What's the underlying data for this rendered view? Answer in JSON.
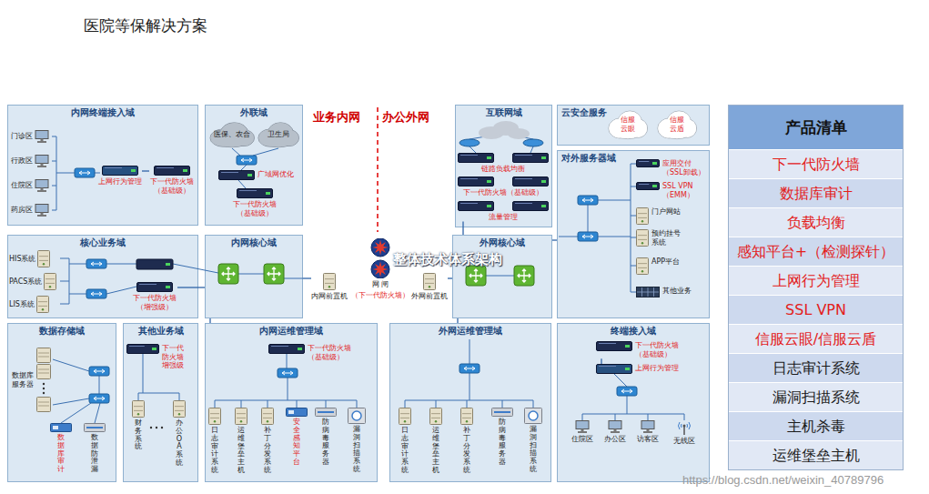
{
  "diagram": {
    "title": "医院等保解决方案",
    "nodes": [
      {
        "text": [
          "内网终端接入域"
        ]
      },
      {
        "text": [
          "门诊区"
        ],
        "in": 0
      },
      {
        "text": [
          "行政区"
        ],
        "in": 0
      },
      {
        "text": [
          "住院区"
        ],
        "in": 0
      },
      {
        "text": [
          "药房区"
        ],
        "in": 0
      },
      {
        "text": [
          "上网行为管理"
        ],
        "in": 0
      },
      {
        "text": [
          "下一代防火墙（基础级）"
        ],
        "in": 0
      },
      {
        "text": [
          "外联域"
        ]
      },
      {
        "text": [
          "医保、农合"
        ],
        "in": 7
      },
      {
        "text": [
          "卫生局"
        ],
        "in": 7
      },
      {
        "text": [
          "广域网优化"
        ],
        "in": 7
      },
      {
        "text": [
          "下一代防火墙（基础级）"
        ],
        "in": 7
      },
      {
        "text": [
          "核心业务域"
        ]
      },
      {
        "text": [
          "HIS系统"
        ],
        "in": 12
      },
      {
        "text": [
          "PACS系统"
        ],
        "in": 12
      },
      {
        "text": [
          "LIS系统"
        ],
        "in": 12
      },
      {
        "text": [
          "下一代防火墙（增强级）"
        ],
        "in": 12
      },
      {
        "text": [
          "内网核心域"
        ]
      },
      {
        "text": [
          "内网前置机"
        ]
      },
      {
        "text": [
          "网 闸",
          "（下一代防火墙）"
        ]
      },
      {
        "text": [
          "外网前置机"
        ]
      },
      {
        "text": [
          "数据存储域"
        ]
      },
      {
        "text": [
          "数据库服务器"
        ],
        "in": 21
      },
      {
        "text": [
          "数据库审计"
        ],
        "in": 21
      },
      {
        "text": [
          "数据防泄漏"
        ],
        "in": 21
      },
      {
        "text": [
          "其他业务域"
        ]
      },
      {
        "text": [
          "下一代防火墙增强级"
        ],
        "in": 25
      },
      {
        "text": [
          "财务系统"
        ],
        "in": 25
      },
      {
        "text": [
          "办公OA系统"
        ],
        "in": 25
      },
      {
        "text": [
          "内网运维管理域"
        ]
      },
      {
        "text": [
          "下一代防火墙（基础级）"
        ],
        "in": 29
      },
      {
        "text": [
          "日志审计系统"
        ],
        "in": 29
      },
      {
        "text": [
          "运维堡垒主机"
        ],
        "in": 29
      },
      {
        "text": [
          "补丁分发系统"
        ],
        "in": 29
      },
      {
        "text": [
          "安全感知平台"
        ],
        "in": 29
      },
      {
        "text": [
          "防病毒服务器"
        ],
        "in": 29
      },
      {
        "text": [
          "漏洞扫描系统"
        ],
        "in": 29
      },
      {
        "text": [
          "外网运维管理域"
        ]
      },
      {
        "text": [
          "日志审计系统"
        ],
        "in": 37
      },
      {
        "text": [
          "运维堡垒主机"
        ],
        "in": 37
      },
      {
        "text": [
          "补丁分发系统"
        ],
        "in": 37
      },
      {
        "text": [
          "防病毒服务器"
        ],
        "in": 37
      },
      {
        "text": [
          "漏洞扫描系统"
        ],
        "in": 37
      },
      {
        "text": [
          "互联网域"
        ]
      },
      {
        "text": [
          "链路负载均衡"
        ],
        "in": 43
      },
      {
        "text": [
          "下一代防火墙（基础级）"
        ],
        "in": 43
      },
      {
        "text": [
          "流量管理"
        ],
        "in": 43
      },
      {
        "text": [
          "云安全服务"
        ]
      },
      {
        "text": [
          "信服云眼"
        ],
        "in": 47
      },
      {
        "text": [
          "信服云盾"
        ],
        "in": 47
      },
      {
        "text": [
          "对外服务器域"
        ]
      },
      {
        "text": [
          "应用交付（SSL卸载）"
        ],
        "in": 50
      },
      {
        "text": [
          "SSL VPN（EMM）"
        ],
        "in": 50
      },
      {
        "text": [
          "门户网站"
        ],
        "in": 50
      },
      {
        "text": [
          "预约挂号系统"
        ],
        "in": 50
      },
      {
        "text": [
          "APP平台"
        ],
        "in": 50
      },
      {
        "text": [
          "其他业务"
        ],
        "in": 50
      },
      {
        "text": [
          "外网核心域"
        ]
      },
      {
        "text": [
          "终端接入域"
        ]
      },
      {
        "text": [
          "下一代防火墙（基础级）"
        ],
        "in": 58
      },
      {
        "text": [
          "上网行为管理"
        ],
        "in": 58
      },
      {
        "text": [
          "住院区"
        ],
        "in": 58
      },
      {
        "text": [
          "办公区"
        ],
        "in": 58
      },
      {
        "text": [
          "访客区"
        ],
        "in": 58
      },
      {
        "text": [
          "无线区"
        ],
        "in": 58
      },
      {
        "text": [
          "产品清单"
        ]
      },
      {
        "text": [
          "下一代防火墙"
        ],
        "in": 65
      },
      {
        "text": [
          "数据库审计"
        ],
        "in": 65
      },
      {
        "text": [
          "负载均衡"
        ],
        "in": 65
      },
      {
        "text": [
          "感知平台+（检测探针）"
        ],
        "in": 65
      },
      {
        "text": [
          "上网行为管理"
        ],
        "in": 65
      },
      {
        "text": [
          "SSL VPN"
        ],
        "in": 65
      },
      {
        "text": [
          "信服云眼/信服云盾"
        ],
        "in": 65
      },
      {
        "text": [
          "日志审计系统"
        ],
        "in": 65
      },
      {
        "text": [
          "漏洞扫描系统"
        ],
        "in": 65
      },
      {
        "text": [
          "主机杀毒"
        ],
        "in": 65
      },
      {
        "text": [
          "运维堡垒主机"
        ],
        "in": 65
      }
    ],
    "edges": [
      {
        "from": 5,
        "to": 6,
        "arrow": "none"
      },
      {
        "from": 16,
        "to": 17,
        "arrow": "none"
      },
      {
        "from": 17,
        "to": 18,
        "arrow": "none"
      },
      {
        "from": 20,
        "to": 57,
        "arrow": "none"
      },
      {
        "from": 46,
        "to": 57,
        "arrow": "none"
      },
      {
        "from": 57,
        "to": 50,
        "arrow": "none"
      },
      {
        "from": 57,
        "to": 37,
        "arrow": "none"
      },
      {
        "from": 17,
        "to": 29,
        "arrow": "none"
      },
      {
        "from": 59,
        "to": 60,
        "arrow": "none"
      }
    ],
    "labels": [
      "业务内网",
      "办公外网",
      "整体技术体系架构",
      "https://blog.csdn.net/weixin_40789796"
    ]
  }
}
